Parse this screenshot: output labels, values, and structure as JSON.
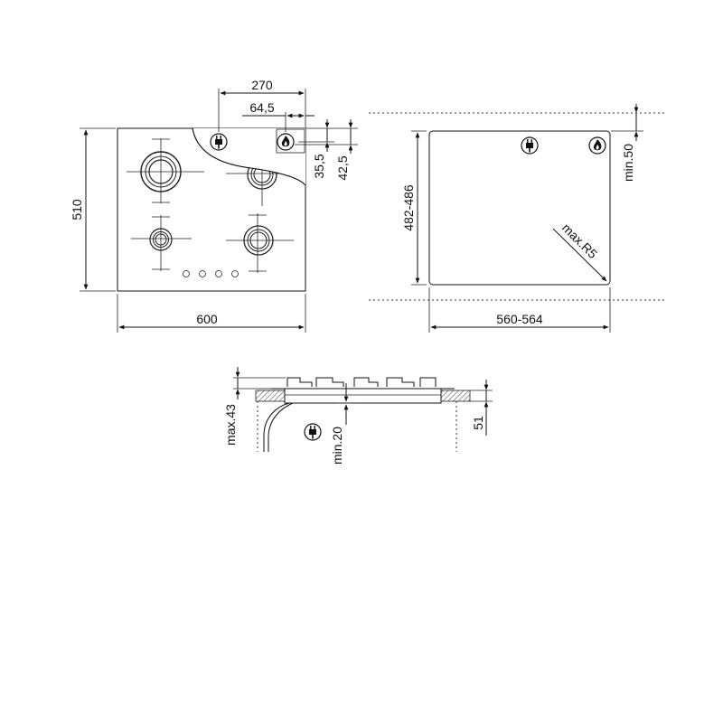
{
  "top_view": {
    "dim_width": "600",
    "dim_depth": "510",
    "dim_plug_offset": "270",
    "dim_gas_offset": "64,5",
    "dim_vertical_a": "35,5",
    "dim_vertical_b": "42,5"
  },
  "cutout_view": {
    "dim_width": "560-564",
    "dim_depth": "482-486",
    "dim_min_back": "min.50",
    "dim_corner_radius": "max.R5"
  },
  "section_view": {
    "dim_total_height": "max.43",
    "dim_plug_clearance": "min.20",
    "dim_worktop": "51"
  },
  "icons": {
    "plug": "plug-icon",
    "gas": "gas-flame-icon"
  }
}
